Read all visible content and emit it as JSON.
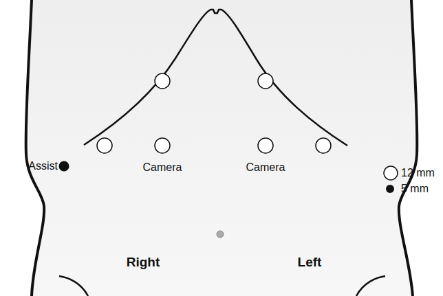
{
  "diagram": {
    "labels": [
      "Assist",
      "Camera",
      "Camera",
      "Right",
      "Left"
    ],
    "legend": [
      {
        "text": "12 mm"
      },
      {
        "text": "5 mm"
      }
    ]
  }
}
